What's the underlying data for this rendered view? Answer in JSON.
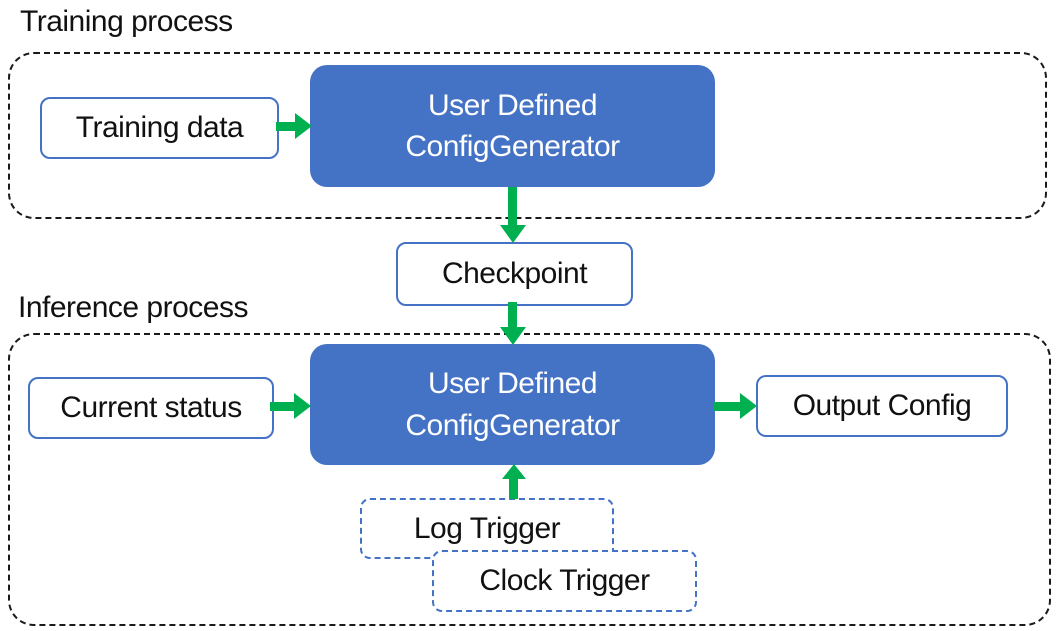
{
  "diagram": {
    "training": {
      "label": "Training process",
      "input_label": "Training data",
      "generator_line1": "User Defined",
      "generator_line2": "ConfigGenerator"
    },
    "checkpoint_label": "Checkpoint",
    "inference": {
      "label": "Inference process",
      "input_label": "Current status",
      "generator_line1": "User Defined",
      "generator_line2": "ConfigGenerator",
      "output_label": "Output Config",
      "triggers": [
        "Log Trigger",
        "Clock Trigger"
      ]
    },
    "colors": {
      "generator_fill": "#4472C4",
      "blue_border": "#4472C4",
      "arrow_green": "#00B050",
      "container_border": "#1a1a1a",
      "generator_text": "#ffffff",
      "text_color": "#111111",
      "bg": "#ffffff"
    }
  }
}
